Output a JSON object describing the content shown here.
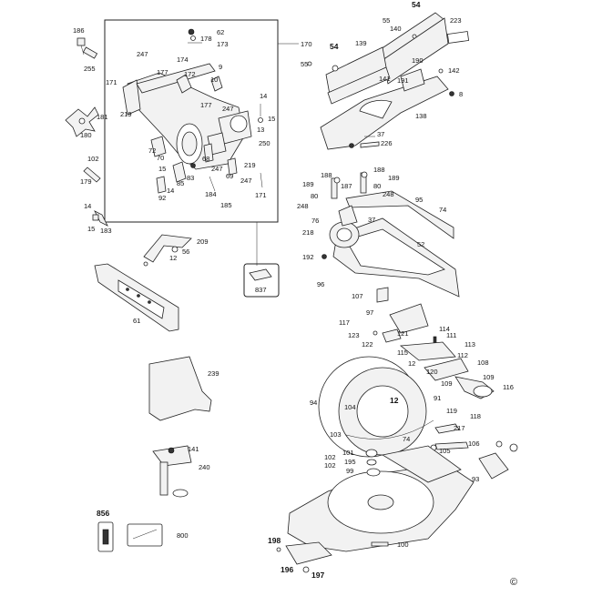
{
  "labels": {
    "l186": "186",
    "l255": "255",
    "l181": "181",
    "l180": "180",
    "l102a": "102",
    "l179": "179",
    "l14a": "14",
    "l15a": "15",
    "l183": "183",
    "l62": "62",
    "l178": "178",
    "l173": "173",
    "l170": "170",
    "l247a": "247",
    "l177a": "177",
    "l174": "174",
    "l172": "172",
    "l9": "9",
    "l10": "10",
    "l171a": "171",
    "l219a": "219",
    "l177b": "177",
    "l247b": "247",
    "l14b": "14",
    "l15b": "15",
    "l13": "13",
    "l250": "250",
    "l72": "72",
    "l70": "70",
    "l68": "68",
    "l15c": "15",
    "l83": "83",
    "l85": "85",
    "l14c": "14",
    "l92": "92",
    "l247c": "247",
    "l69": "69",
    "l219b": "219",
    "l247d": "247",
    "l184": "184",
    "l185": "185",
    "l171b": "171",
    "l54a": "54",
    "l55a": "55",
    "l140": "140",
    "l223": "223",
    "l54b": "54",
    "l55b": "55",
    "l139": "139",
    "l190": "190",
    "l142": "142",
    "l141": "141",
    "l191": "191",
    "l8": "8",
    "l138": "138",
    "l37a": "37",
    "l226": "226",
    "l188a": "188",
    "l188b": "188",
    "l189a": "189",
    "l187": "187",
    "l189b": "189",
    "l80a": "80",
    "l80b": "80",
    "l248a": "248",
    "l248b": "248",
    "l95": "95",
    "l74a": "74",
    "l76": "76",
    "l37b": "37",
    "l218": "218",
    "l52": "52",
    "l192": "192",
    "l96": "96",
    "l107": "107",
    "l209": "209",
    "l56": "56",
    "l12a": "12",
    "l61": "61",
    "l837": "837",
    "l97": "97",
    "l117": "117",
    "l114": "114",
    "l123": "123",
    "l121": "121",
    "l111": "111",
    "l122": "122",
    "l113": "113",
    "l115": "115",
    "l112": "112",
    "l12b": "12",
    "l108": "108",
    "l120": "120",
    "l109a": "109",
    "l109b": "109",
    "l116": "116",
    "l94": "94",
    "l104": "104",
    "l12c": "12",
    "l91": "91",
    "l119": "119",
    "l118": "118",
    "l217": "217",
    "l103": "103",
    "l74b": "74",
    "l105": "105",
    "l106": "106",
    "l239": "239",
    "l141b": "141",
    "l240": "240",
    "l101": "101",
    "l102b": "102",
    "l195": "195",
    "l102c": "102",
    "l99": "99",
    "l93": "93",
    "l100": "100",
    "l856": "856",
    "l800": "800",
    "l198": "198",
    "l196": "196",
    "l197": "197",
    "copyright": "©"
  }
}
